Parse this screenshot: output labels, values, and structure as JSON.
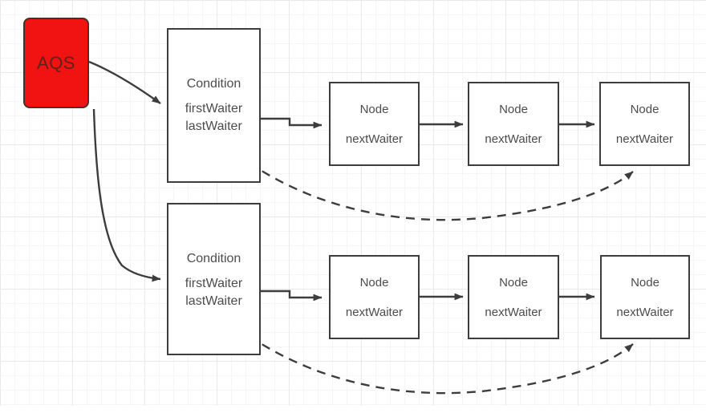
{
  "diagram": {
    "aqs": {
      "label": "AQS"
    },
    "rows": [
      {
        "condition": {
          "title": "Condition",
          "first_waiter": "firstWaiter",
          "last_waiter": "lastWaiter"
        },
        "nodes": [
          {
            "title": "Node",
            "field": "nextWaiter"
          },
          {
            "title": "Node",
            "field": "nextWaiter"
          },
          {
            "title": "Node",
            "field": "nextWaiter"
          }
        ]
      },
      {
        "condition": {
          "title": "Condition",
          "first_waiter": "firstWaiter",
          "last_waiter": "lastWaiter"
        },
        "nodes": [
          {
            "title": "Node",
            "field": "nextWaiter"
          },
          {
            "title": "Node",
            "field": "nextWaiter"
          },
          {
            "title": "Node",
            "field": "nextWaiter"
          }
        ]
      }
    ],
    "colors": {
      "aqs_fill": "#f11212",
      "aqs_text": "#5f211c",
      "box_border": "#3d3d3d",
      "box_fill": "#ffffff",
      "text": "#4c4c4c",
      "arrow": "#3d3d3d"
    }
  }
}
